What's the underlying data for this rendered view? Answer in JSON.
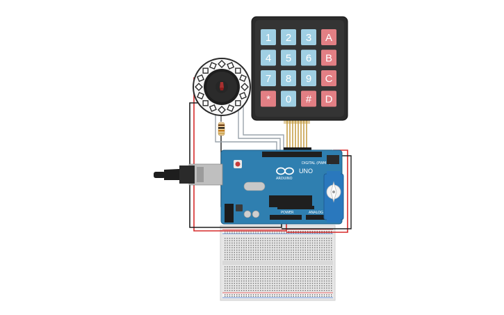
{
  "keypad": {
    "keys": [
      {
        "label": "1",
        "kind": "num"
      },
      {
        "label": "2",
        "kind": "num"
      },
      {
        "label": "3",
        "kind": "num"
      },
      {
        "label": "A",
        "kind": "alpha"
      },
      {
        "label": "4",
        "kind": "num"
      },
      {
        "label": "5",
        "kind": "num"
      },
      {
        "label": "6",
        "kind": "num"
      },
      {
        "label": "B",
        "kind": "alpha"
      },
      {
        "label": "7",
        "kind": "num"
      },
      {
        "label": "8",
        "kind": "num"
      },
      {
        "label": "9",
        "kind": "num"
      },
      {
        "label": "C",
        "kind": "alpha"
      },
      {
        "label": "*",
        "kind": "alpha"
      },
      {
        "label": "0",
        "kind": "num"
      },
      {
        "label": "#",
        "kind": "alpha"
      },
      {
        "label": "D",
        "kind": "alpha"
      }
    ]
  },
  "arduino": {
    "logo_text": "UNO",
    "brand_text": "ARDUINO",
    "digital_label": "DIGITAL (PWM~)",
    "analog_label": "ANALOG IN",
    "power_label": "POWER"
  },
  "colors": {
    "keypad_body": "#2b2b2b",
    "key_num": "#9fcfe3",
    "key_alpha": "#e27f84",
    "board": "#2f7fb0",
    "wire_red": "#d62a2a",
    "wire_black": "#1e1e1e",
    "wire_gray": "#9aa3ab",
    "servo": "#2a78bd",
    "breadboard": "#e9e9e9"
  },
  "icons": {
    "led_ring": "neopixel-ring-icon",
    "servo": "servo-motor-icon",
    "resistor": "resistor-icon",
    "usb": "usb-plug-icon"
  }
}
